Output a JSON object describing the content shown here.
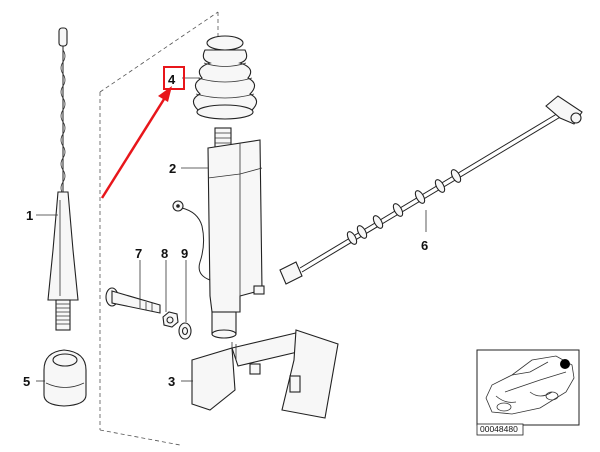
{
  "callouts": {
    "antenna_rod": "1",
    "antenna_housing": "2",
    "bracket": "3",
    "rubber_boot": "4",
    "base_grommet": "5",
    "antenna_cable": "6",
    "bolt": "7",
    "nut": "8",
    "washer": "9"
  },
  "inset": {
    "part_number": "00048480"
  },
  "colors": {
    "highlight": "#e8161b",
    "line": "#222222",
    "inset_dot": "#000000"
  }
}
